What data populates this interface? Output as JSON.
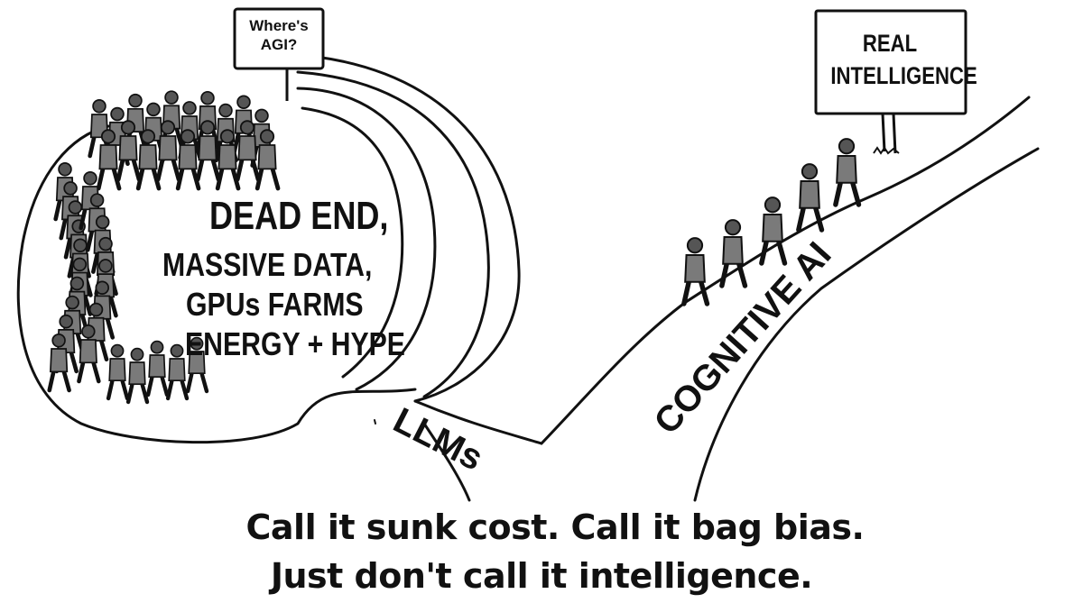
{
  "signs": {
    "agi_line1": "Where's",
    "agi_line2": "AGI?",
    "real_line1": "REAL",
    "real_line2": "INTELLIGENCE"
  },
  "loop_text": {
    "line1": "DEAD END,",
    "line2": "MASSIVE DATA,",
    "line3": "GPUs FARMS",
    "line4": "ENERGY + HYPE"
  },
  "path_labels": {
    "llms": "LLMs",
    "cognitive": "COGNITIVE AI"
  },
  "caption": {
    "line1": "Call it sunk cost. Call it bag bias.",
    "line2": "Just don't call it intelligence."
  },
  "colors": {
    "ink": "#111111",
    "figure_fill": "#7a7a7a",
    "background": "#ffffff"
  },
  "scene": {
    "crowd_in_loop": 42,
    "walkers_on_cognitive_path": 5
  }
}
